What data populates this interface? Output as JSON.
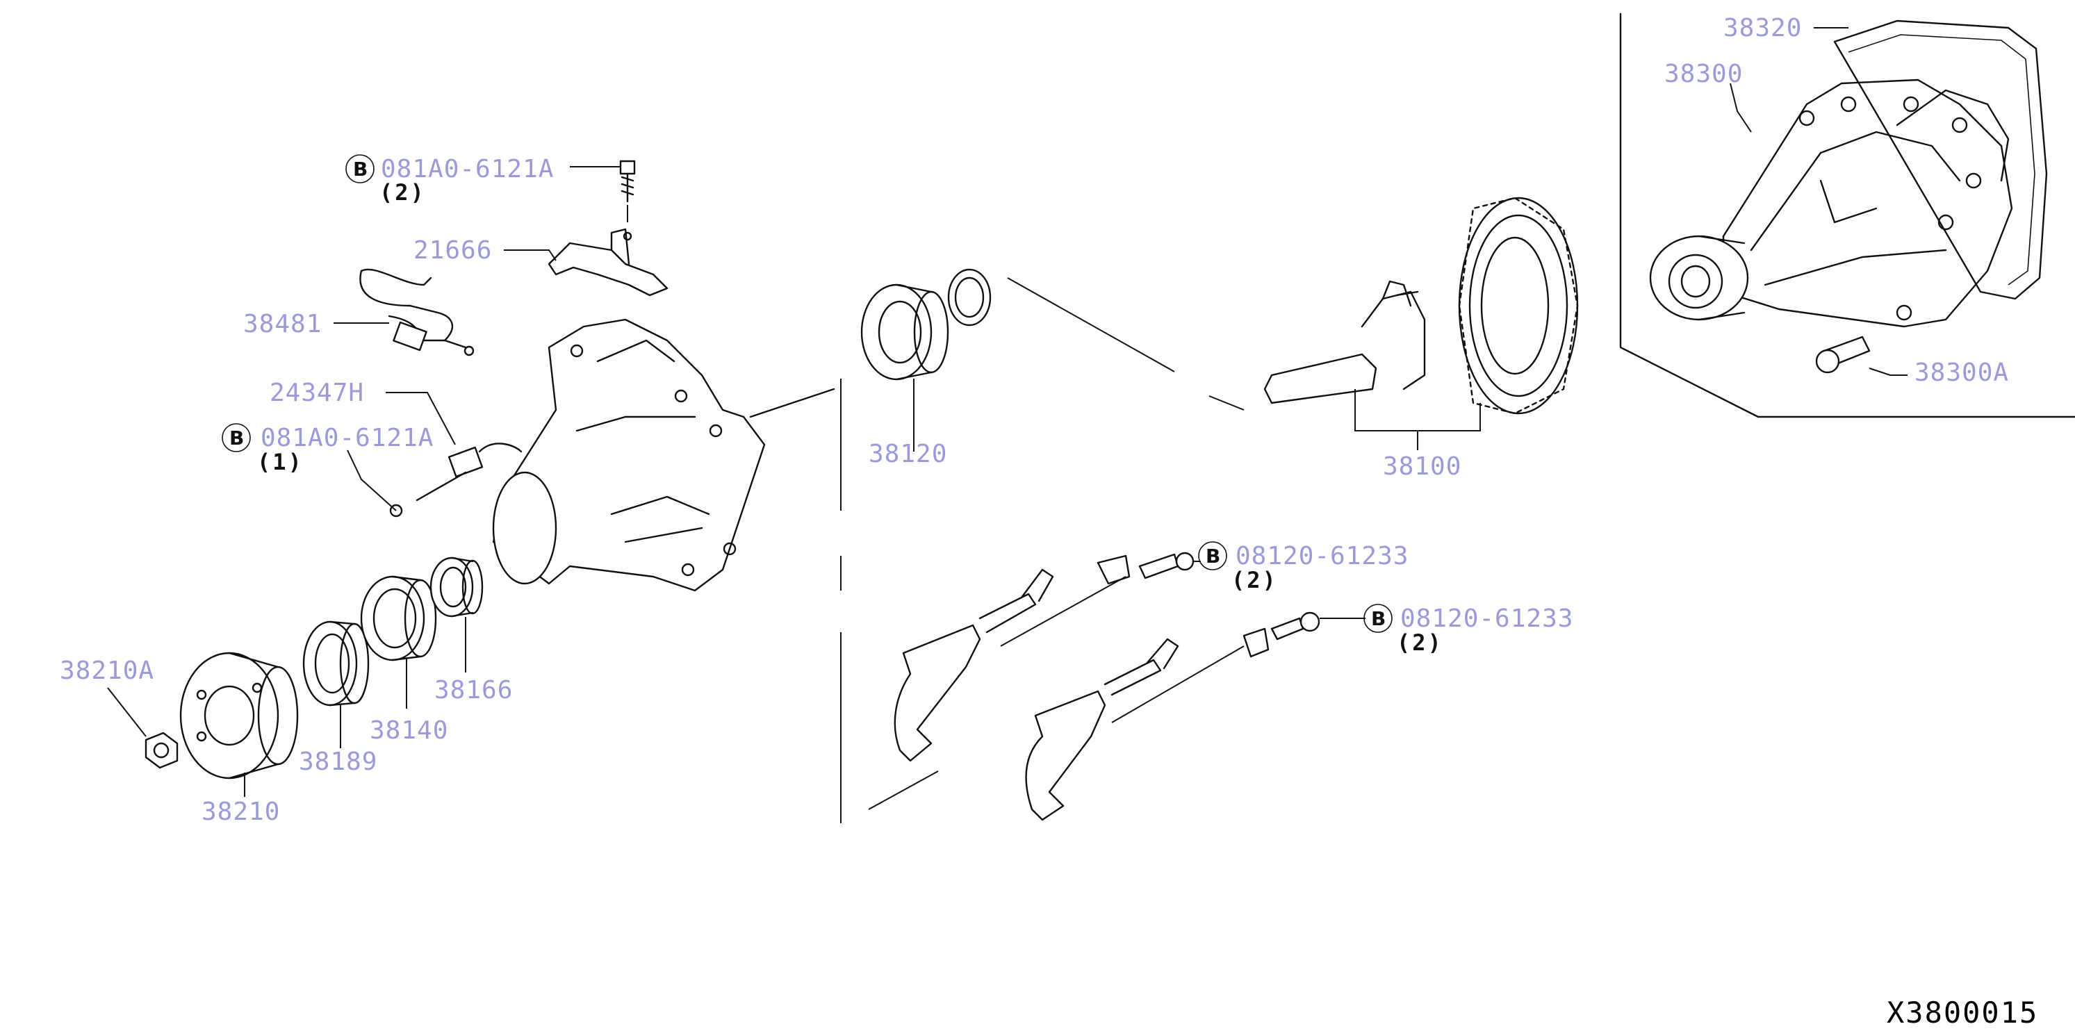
{
  "diagram_code": "X3800015",
  "b_mark": "B",
  "labels": {
    "p38320": "38320",
    "p38300": "38300",
    "p38300A": "38300A",
    "p21666": "21666",
    "p38481": "38481",
    "p24347H": "24347H",
    "p38120": "38120",
    "p38100": "38100",
    "p38210A": "38210A",
    "p38210": "38210",
    "p38189": "38189",
    "p38140": "38140",
    "p38166": "38166"
  },
  "bolts": {
    "top": {
      "part": "081A0-6121A",
      "qty": "(2)"
    },
    "left": {
      "part": "081A0-6121A",
      "qty": "(1)"
    },
    "mid": {
      "part": "08120-61233",
      "qty": "(2)"
    },
    "low": {
      "part": "08120-61233",
      "qty": "(2)"
    }
  }
}
